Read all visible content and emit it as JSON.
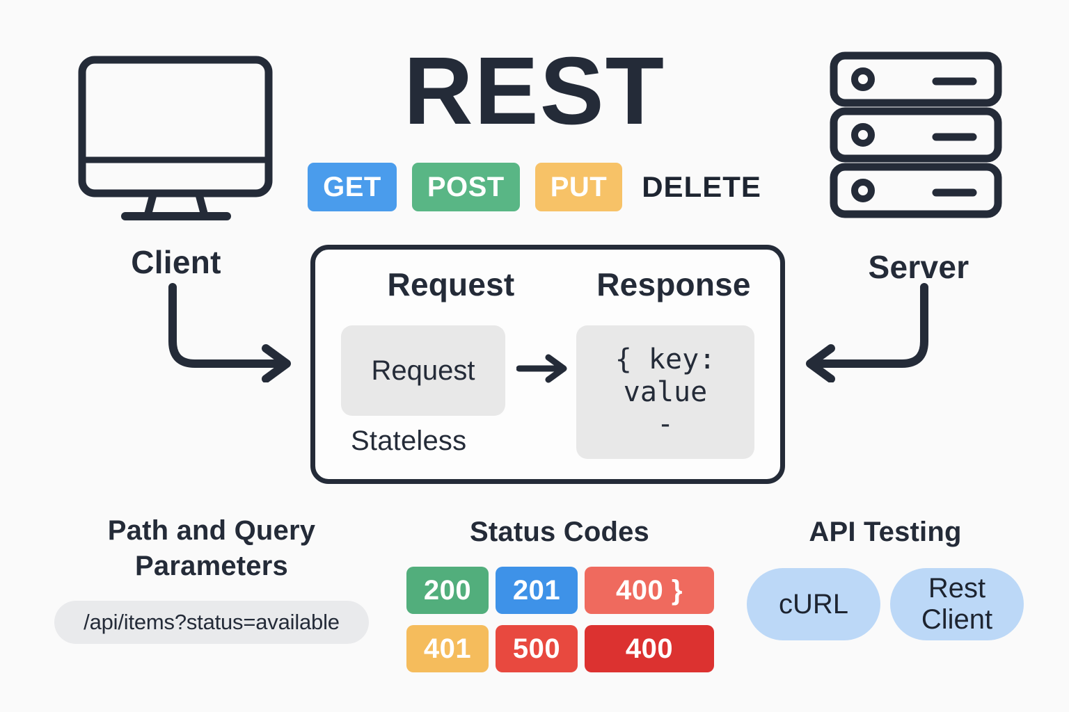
{
  "title": "REST",
  "colors": {
    "background": "#fafafa",
    "ink": "#242b38",
    "panel_gray": "#e8e8e8",
    "pill_gray": "#e9eaec",
    "get": "#4a9cec",
    "post": "#59b685",
    "put": "#f7c267",
    "testing_pill": "#bcd8f7"
  },
  "methods": [
    {
      "label": "GET",
      "color": "#4a9cec",
      "style": "badge"
    },
    {
      "label": "POST",
      "color": "#59b685",
      "style": "badge"
    },
    {
      "label": "PUT",
      "color": "#f7c267",
      "style": "badge"
    },
    {
      "label": "DELETE",
      "color": "#1d2430",
      "style": "plain"
    }
  ],
  "nodes": {
    "client": {
      "label": "Client",
      "icon": "monitor-icon"
    },
    "server": {
      "label": "Server",
      "icon": "server-rack-icon"
    }
  },
  "exchange": {
    "request_title": "Request",
    "response_title": "Response",
    "request_body": "Request",
    "stateless_label": "Stateless",
    "response_body_lines": [
      "{ key:",
      "value",
      "-"
    ]
  },
  "params": {
    "title_line1": "Path and Query",
    "title_line2": "Parameters",
    "url": "/api/items?status=available"
  },
  "status": {
    "title": "Status Codes",
    "codes": [
      {
        "code": "200",
        "color": "#52ae7c"
      },
      {
        "code": "201",
        "color": "#3e92e8"
      },
      {
        "code": "400 }",
        "color": "#ef6a5e"
      },
      {
        "code": "401",
        "color": "#f5bc5c"
      },
      {
        "code": "500",
        "color": "#e8493f"
      },
      {
        "code": "400",
        "color": "#dc3230"
      }
    ]
  },
  "testing": {
    "title": "API Testing",
    "tools": [
      {
        "line1": "cURL",
        "line2": ""
      },
      {
        "line1": "Rest",
        "line2": "Client"
      }
    ]
  }
}
